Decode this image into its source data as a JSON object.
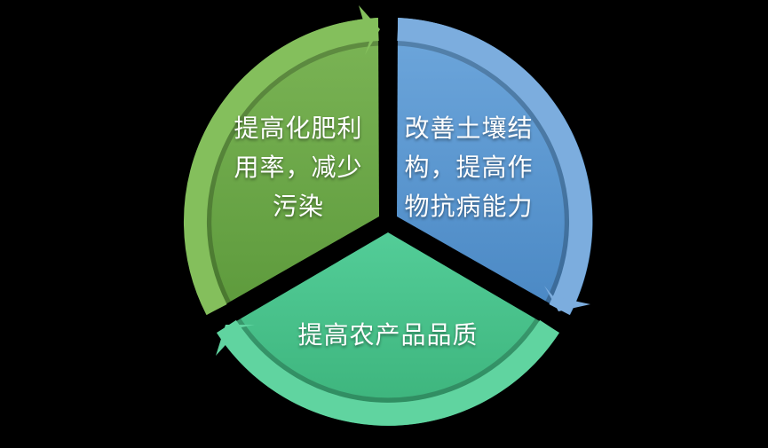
{
  "background_color": "#000000",
  "text_color": "#ffffff",
  "diagram": {
    "type": "segmented-cycle",
    "direction": "clockwise",
    "segments": [
      {
        "id": "fertilizer",
        "position": "top-left",
        "label": "提高化肥利用率，减少污染",
        "lines": [
          "提高化肥利",
          "用率，减少",
          "污染"
        ],
        "body_top": "#7cb556",
        "body_bottom": "#5d9a3c",
        "highlight": "#84bf5c"
      },
      {
        "id": "soil",
        "position": "top-right",
        "label": "改善土壤结构，提高作物抗病能力",
        "lines": [
          "改善土壤结",
          "构，提高作",
          "物抗病能力"
        ],
        "body_top": "#6ea7dc",
        "body_bottom": "#4a88c4",
        "highlight": "#7cadde"
      },
      {
        "id": "quality",
        "position": "bottom",
        "label": "提高农产品品质",
        "lines": [
          "提高农产品品质"
        ],
        "body_top": "#53cd98",
        "body_bottom": "#3bb27a",
        "highlight": "#60d4a0"
      }
    ]
  }
}
